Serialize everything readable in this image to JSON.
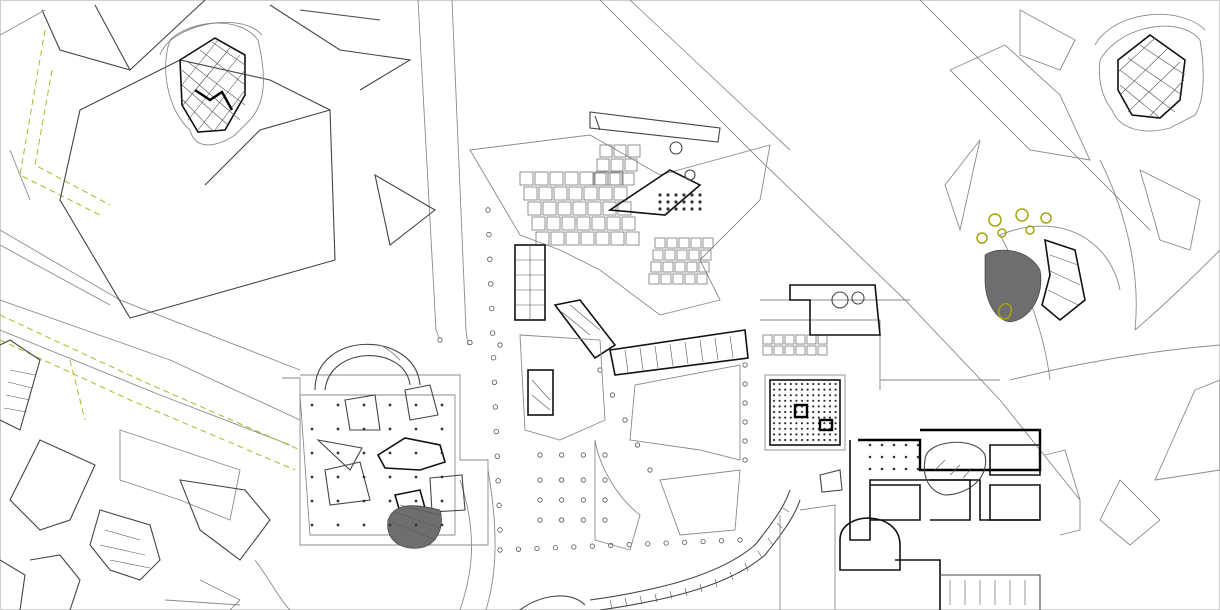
{
  "drawing": {
    "kind": "architectural site plan (line drawing, no text labels)",
    "background_color": "#ffffff",
    "line_color": "#444444",
    "accent_dashed_path_color": "#b3b51e",
    "vegetation_color": "#a5a50f"
  },
  "features": [
    {
      "id": "nw-building-block",
      "icon": "building-outline"
    },
    {
      "id": "nw-lattice-pavilion",
      "icon": "lattice-structure"
    },
    {
      "id": "ne-lattice-pavilion",
      "icon": "lattice-structure"
    },
    {
      "id": "central-grid-pavilion",
      "icon": "grid-canopy"
    },
    {
      "id": "slab-buildings",
      "icon": "building-slab"
    },
    {
      "id": "central-plaza",
      "icon": "plaza"
    },
    {
      "id": "tree-grid",
      "icon": "tree-dots"
    },
    {
      "id": "museum-block",
      "icon": "building-plan"
    },
    {
      "id": "east-garden-pavilion",
      "icon": "garden"
    },
    {
      "id": "curved-stepped-wall",
      "icon": "wall"
    }
  ]
}
